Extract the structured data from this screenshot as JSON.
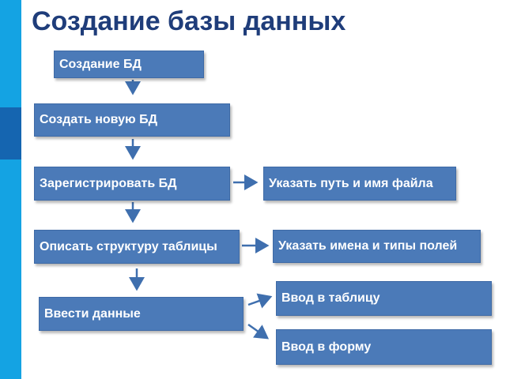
{
  "page": {
    "title": "Создание базы данных",
    "accent_colors": {
      "side_light": "#14a3e3",
      "side_dark": "#1565b0",
      "box": "#4b7ab8",
      "arrow": "#3f6fae",
      "title": "#1f3d7a"
    }
  },
  "flow": {
    "create_db": "Создание БД",
    "new_db": "Создать новую БД",
    "register_db": "Зарегистрировать БД",
    "path_and_name": "Указать путь и имя файла",
    "describe_structure": "Описать структуру таблицы",
    "field_names_types": "Указать имена и типы полей",
    "enter_data": "Ввести данные",
    "input_table": "Ввод в таблицу",
    "input_form": "Ввод в форму"
  }
}
